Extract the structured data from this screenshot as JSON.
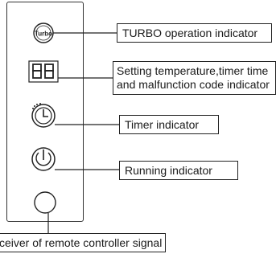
{
  "labels": {
    "turbo": "TURBO operation indicator",
    "display_line1": "Setting temperature,timer time",
    "display_line2": "and malfunction code indicator",
    "timer": "Timer indicator",
    "running": "Running indicator",
    "receiver": "ceiver of remote controller signal"
  },
  "panel": {
    "turbo_icon_text": "Turbo",
    "display_digits": "88"
  }
}
